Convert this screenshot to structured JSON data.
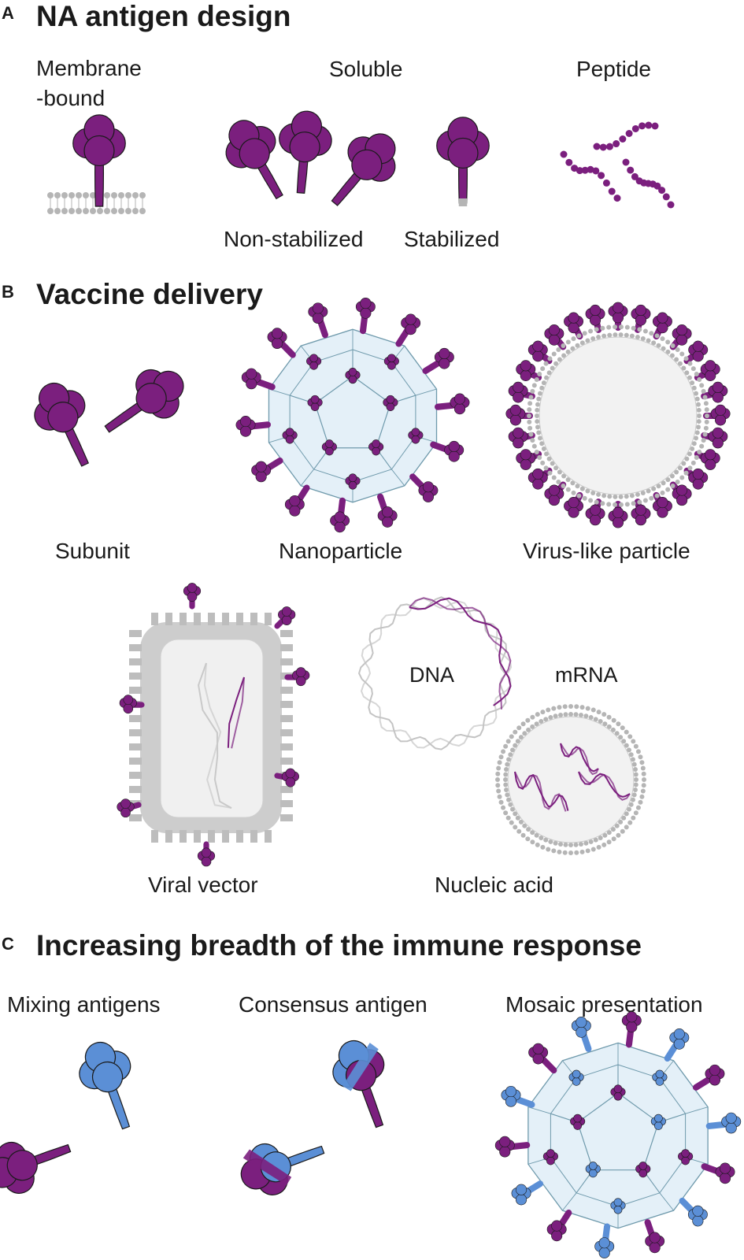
{
  "panel_a": {
    "letter": "A",
    "heading": "NA antigen design",
    "membrane_label": "Membrane\n-bound",
    "soluble_label": "Soluble",
    "peptide_label": "Peptide",
    "non_stabilized_label": "Non-stabilized",
    "stabilized_label": "Stabilized"
  },
  "panel_b": {
    "letter": "B",
    "heading": "Vaccine delivery",
    "subunit_label": "Subunit",
    "nanoparticle_label": "Nanoparticle",
    "vlp_label": "Virus-like particle",
    "viral_vector_label": "Viral vector",
    "dna_label": "DNA",
    "mrna_label": "mRNA",
    "nucleic_acid_label": "Nucleic acid"
  },
  "panel_c": {
    "letter": "C",
    "heading": "Increasing breadth of the immune response",
    "mixing_label": "Mixing antigens",
    "consensus_label": "Consensus antigen",
    "mosaic_label": "Mosaic presentation"
  },
  "colors": {
    "purple": "#7b1f7e",
    "blue": "#5b8fd6",
    "gray": "#b5b5b5",
    "cage_fill": "#e4f0f8",
    "cage_stroke": "#6f9aac"
  }
}
